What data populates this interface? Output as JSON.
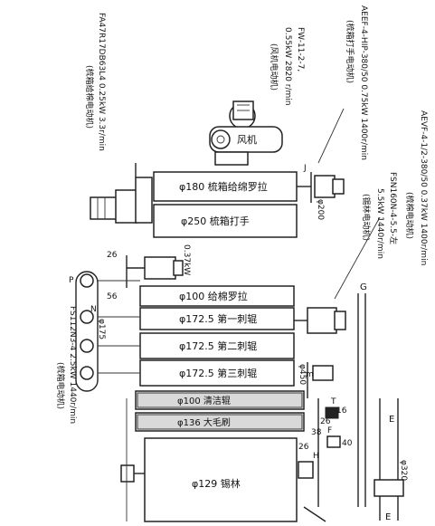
{
  "rollers": {
    "r180": "φ180 梳箱给绵罗拉",
    "r250": "φ250 梳箱打手",
    "r100": "φ100 给棉罗拉",
    "r1725a": "φ172.5 第一刺辊",
    "r1725b": "φ172.5 第二刺辊",
    "r1725c": "φ172.5 第三刺辊",
    "r100b": "φ100 清洁辊",
    "r136": "φ136 大毛刷",
    "r129": "φ129 锡林"
  },
  "labels": {
    "motor_left_spec": "FA47R17DB63L4 0.25kW 3.3r/min",
    "motor_left_name": "(梳箱给棉电动机)",
    "fan_spec": "FW-11-2-7,",
    "fan_spec2": "0.55kW 2820 r/min",
    "fan_name": "(风机电动机)",
    "fan_label": "风机",
    "beater_motor_name": "(梳箱打手电动机)",
    "beater_motor_spec": "AEEF-4-HIP-380/50 0.75kW 1400r/min",
    "right_motor_spec": "AEVF-4-1/2-380/50 0.37kW 1400r/min",
    "right_motor_name": "(梳棉电动机)",
    "fsn_spec": "FSN160N-4-5.5-左",
    "fsn_spec2": "5.5kW 1440r/min",
    "fsn_name": "(锡林电动机)",
    "fs_spec": "FS112N3-4 2.5kW 1440r/min",
    "fs_name": "(梳箱电动机)",
    "kw037": "0.37kW",
    "d200": "φ200",
    "d175": "φ175",
    "d450": "φ450",
    "d320": "φ320",
    "n26a": "26",
    "n56": "56",
    "n26b": "26",
    "n26c": "26",
    "n16": "16",
    "n40": "40",
    "n38": "38",
    "letter_P": "P",
    "letter_N": "N",
    "letter_G": "G",
    "letter_E": "E",
    "letter_E2": "E",
    "letter_J": "J",
    "letter_T": "T",
    "letter_F": "F",
    "letter_H": "H",
    "letter_m": "m"
  }
}
